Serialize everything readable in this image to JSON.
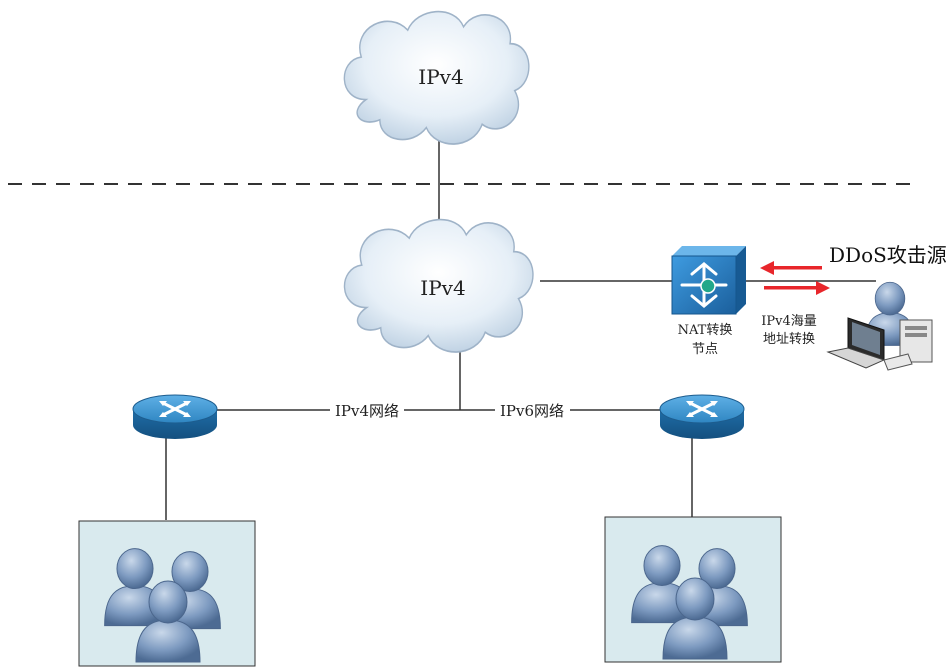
{
  "diagram": {
    "upper_cloud": {
      "label": "IPv4"
    },
    "lower_cloud": {
      "label": "IPv4"
    },
    "links": {
      "ipv4_network": "IPv4网络",
      "ipv6_network": "IPv6网络"
    },
    "nat_node": {
      "line1": "NAT转换",
      "line2": "节点"
    },
    "translation_note": {
      "line1": "IPv4海量",
      "line2": "地址转换"
    },
    "attacker": {
      "label": "DDoS攻击源"
    },
    "colors": {
      "cloud_fill": "#dbe8f3",
      "router_blue": "#2f86c2",
      "nat_blue": "#2a7fc4",
      "user_group_bg": "#d9eaee",
      "attack_arrow": "#e8262b",
      "person_blue": "#6f8fb8"
    }
  }
}
